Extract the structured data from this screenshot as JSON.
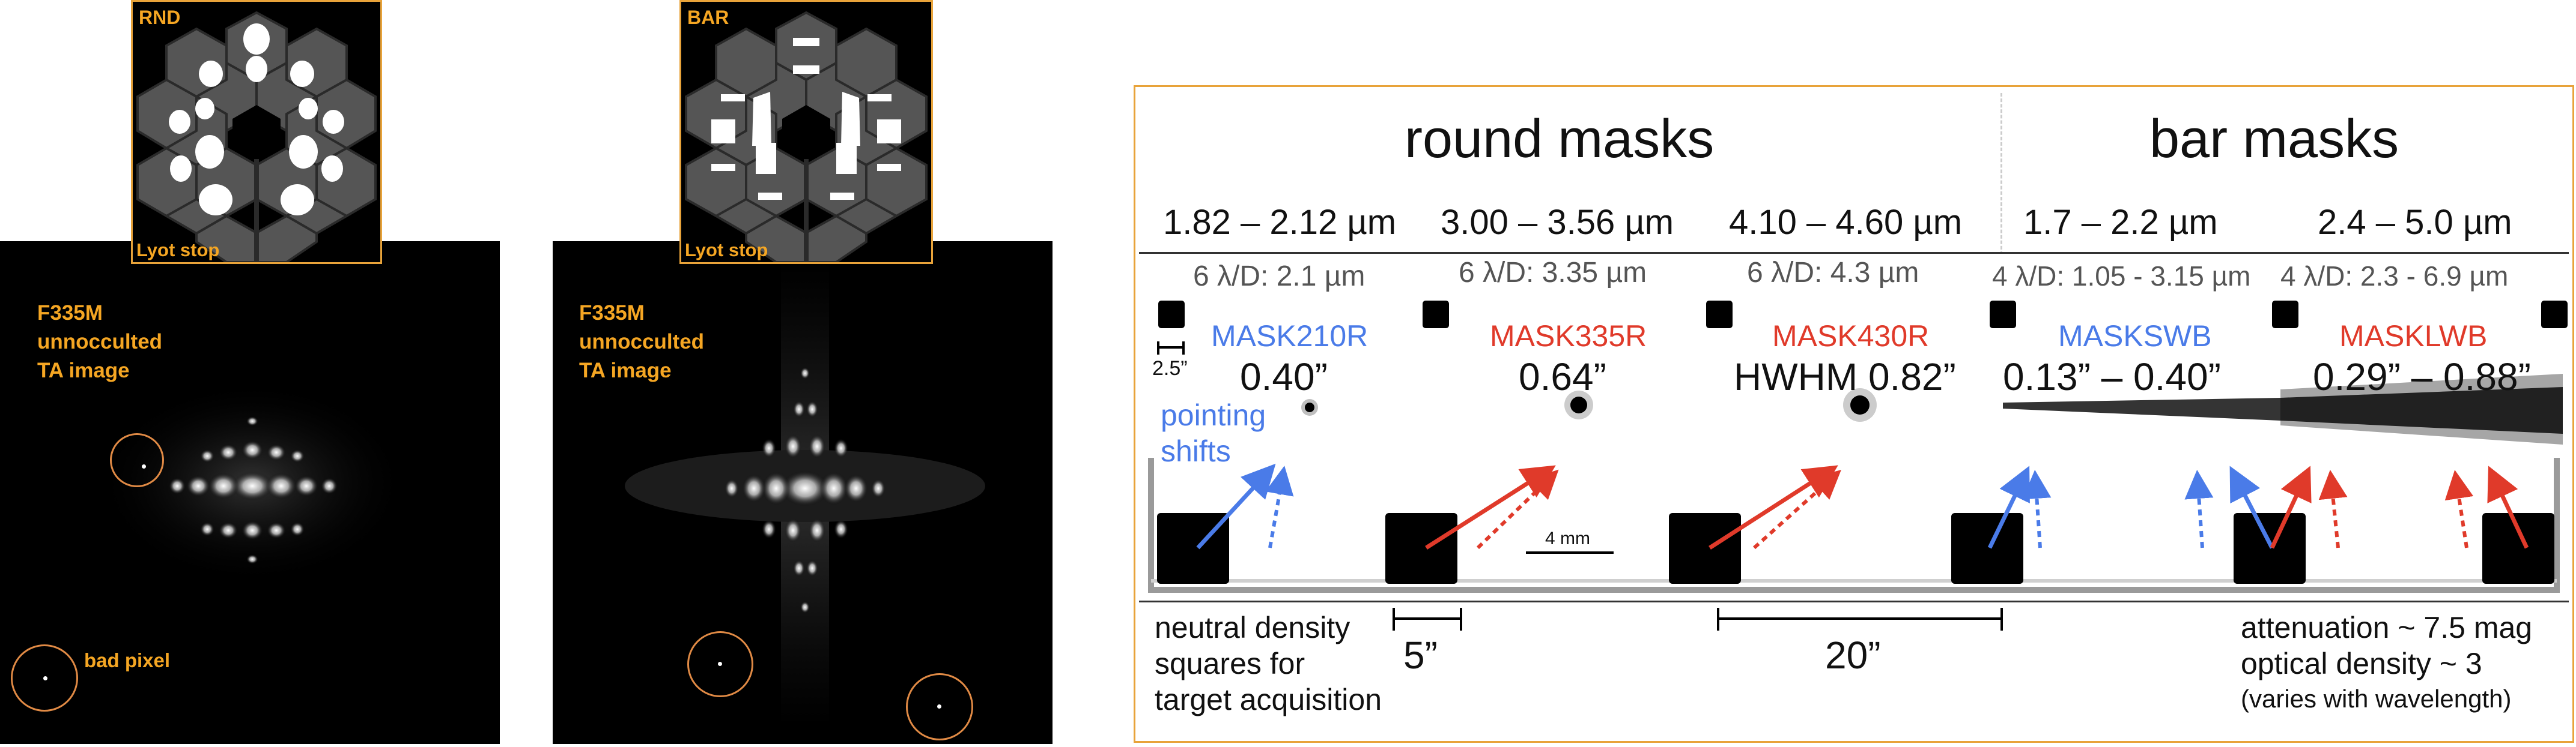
{
  "rnd_panel": {
    "lyot_title": "RND",
    "lyot_caption": "Lyot stop",
    "label_lines": [
      "F335M",
      "unnocculted",
      "TA image"
    ],
    "bad_pixel_label": "bad pixel"
  },
  "bar_panel": {
    "lyot_title": "BAR",
    "lyot_caption": "Lyot stop",
    "label_lines": [
      "F335M",
      "unnocculted",
      "TA image"
    ]
  },
  "mask_diagram": {
    "round_heading": "round masks",
    "bar_heading": "bar masks",
    "wavelength_ranges": [
      "1.82 – 2.12 µm",
      "3.00 – 3.56 µm",
      "4.10 – 4.60 µm",
      "1.7 – 2.2 µm",
      "2.4 – 5.0 µm"
    ],
    "lambda_d": [
      "6 λ/D: 2.1 µm",
      "6 λ/D: 3.35 µm",
      "6 λ/D: 4.3 µm",
      "4 λ/D: 1.05 - 3.15 µm",
      "4 λ/D: 2.3 - 6.9 µm"
    ],
    "mask_names": [
      {
        "name": "MASK210R",
        "color": "#4a7be8"
      },
      {
        "name": "MASK335R",
        "color": "#e03a2a"
      },
      {
        "name": "MASK430R",
        "color": "#e03a2a"
      },
      {
        "name": "MASKSWB",
        "color": "#4a7be8"
      },
      {
        "name": "MASKLWB",
        "color": "#e03a2a"
      }
    ],
    "hwhm_values": [
      "0.40”",
      "0.64”",
      "HWHM 0.82”",
      "0.13” – 0.40”",
      "0.29” – 0.88”"
    ],
    "small_scale_label": "2.5”",
    "pointing_shifts_label": [
      "pointing",
      "shifts"
    ],
    "scale_4mm": "4 mm",
    "nd_squares_label": [
      "neutral density",
      "squares for",
      "target acquisition"
    ],
    "scale_5": "5”",
    "scale_20": "20”",
    "attenuation_lines": [
      "attenuation ~ 7.5 mag",
      "optical density ~ 3"
    ],
    "attenuation_note": "(varies with wavelength)",
    "colors": {
      "blue": "#4a7be8",
      "red": "#e03a2a",
      "frame": "#e8a33a"
    }
  }
}
